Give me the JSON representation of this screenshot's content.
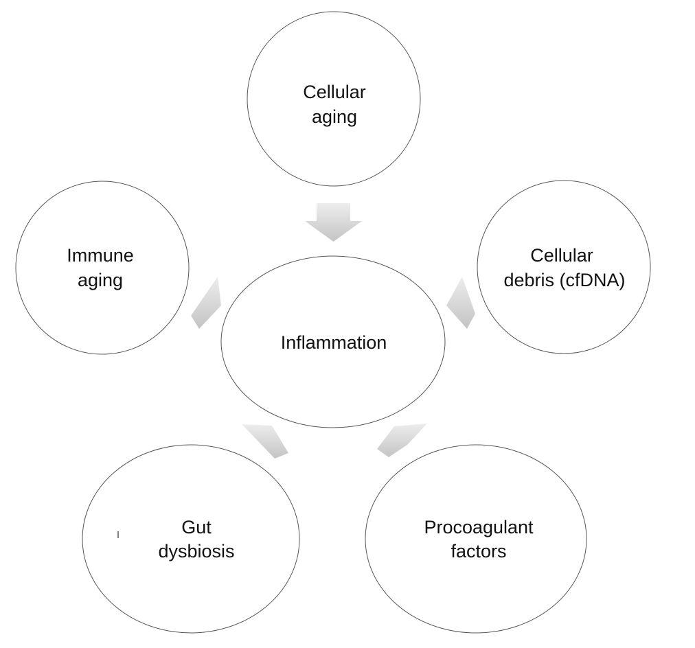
{
  "diagram": {
    "center": {
      "label": "Inflammation"
    },
    "nodes": [
      {
        "line1": "Cellular",
        "line2": "aging"
      },
      {
        "line1": "Cellular",
        "line2": "debris (cfDNA)"
      },
      {
        "line1": "Procoagulant",
        "line2": "factors"
      },
      {
        "line1": "Gut",
        "line2": "dysbiosis"
      },
      {
        "line1": "Immune",
        "line2": "aging"
      }
    ],
    "colors": {
      "outline": "#555555",
      "arrow_light": "#ededed",
      "arrow_dark": "#c4c4c4",
      "text": "#111111"
    }
  }
}
